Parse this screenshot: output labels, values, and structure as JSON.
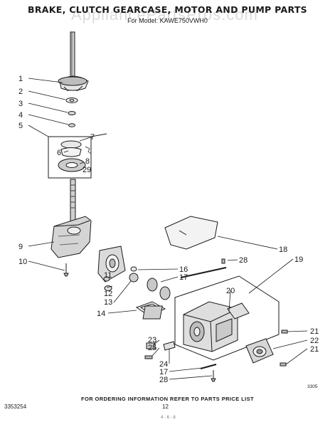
{
  "header": {
    "title": "BRAKE, CLUTCH GEARCASE, MOTOR AND PUMP PARTS",
    "subtitle": "For Model: KAWE750VWH0",
    "watermark": "AppliancePartsPros.com"
  },
  "callouts": [
    "1",
    "2",
    "3",
    "4",
    "5",
    "7",
    "6",
    "8",
    "29",
    "9",
    "10",
    "11",
    "12",
    "13",
    "14",
    "16",
    "17",
    "28",
    "18",
    "19",
    "20",
    "21",
    "22",
    "21",
    "23",
    "25",
    "24",
    "17",
    "28"
  ],
  "footer": {
    "note": "FOR ORDERING INFORMATION REFER TO PARTS PRICE LIST",
    "part_number": "3353254",
    "page_number": "12",
    "mark": "4 - 6 - 8",
    "diagram_code": "3305"
  }
}
